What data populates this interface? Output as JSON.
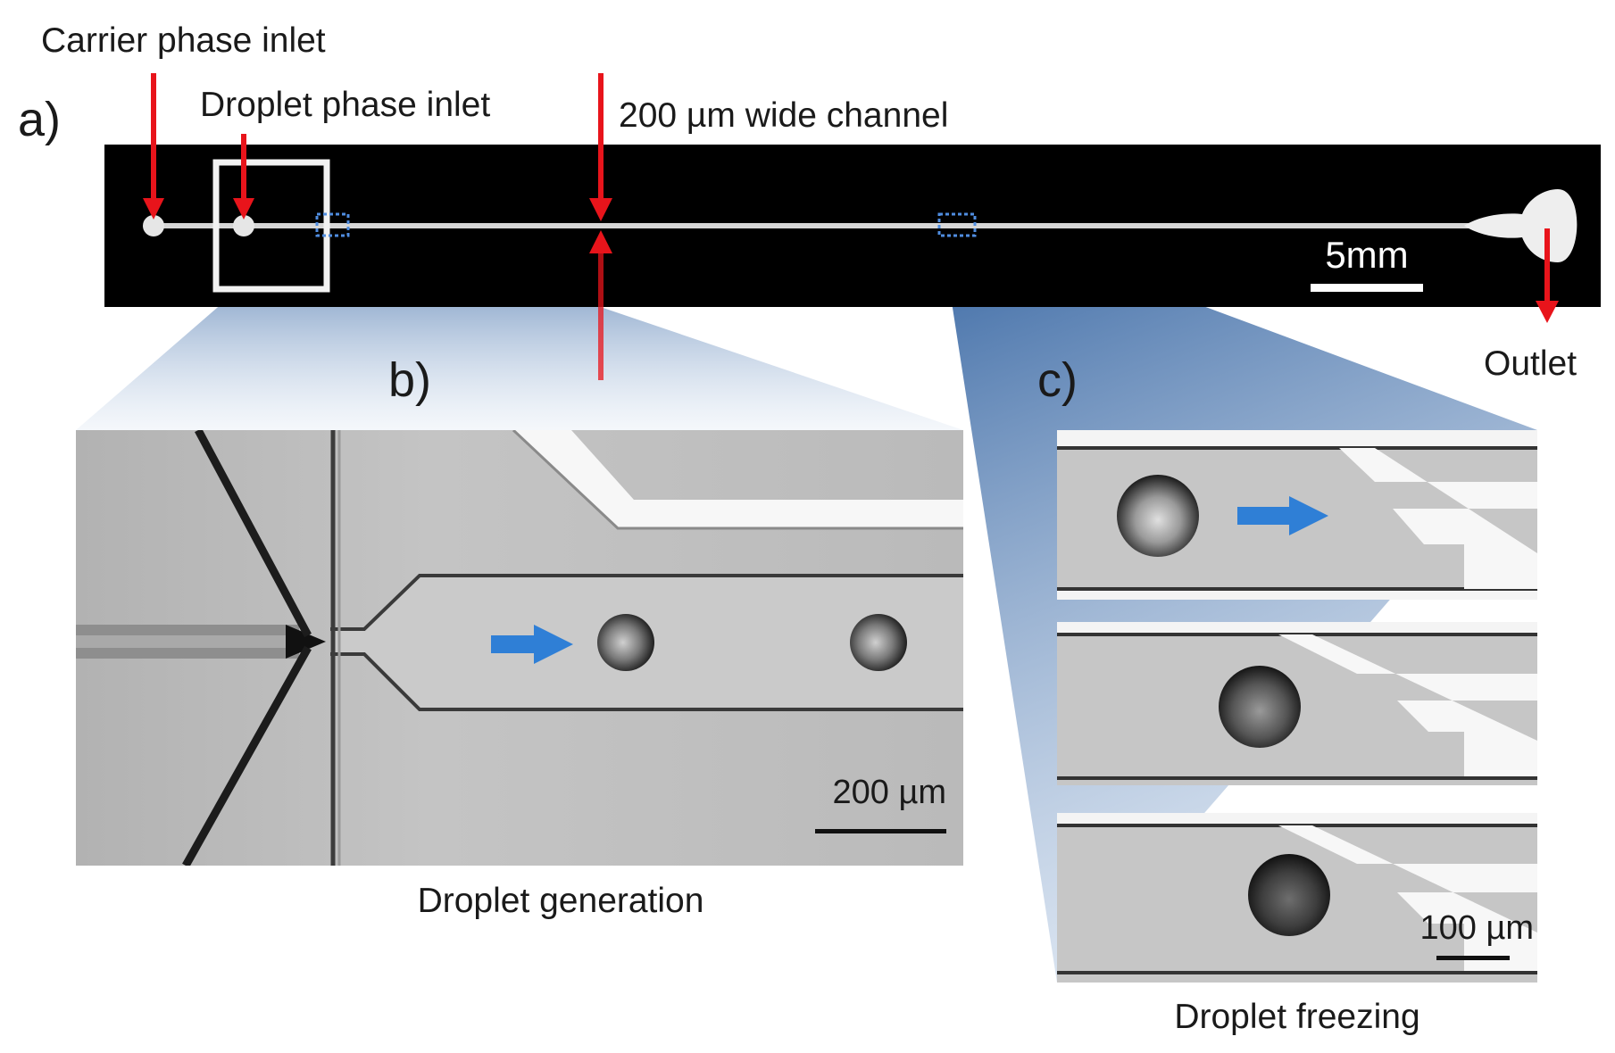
{
  "panel_a": {
    "letter": "a)",
    "carrier_inlet_label": "Carrier phase inlet",
    "droplet_inlet_label": "Droplet phase inlet",
    "channel_label": "200 µm wide channel",
    "scale_label": "5mm",
    "outlet_label": "Outlet"
  },
  "panel_b": {
    "letter": "b)",
    "scale_label": "200 µm",
    "caption": "Droplet generation"
  },
  "panel_c": {
    "letter": "c)",
    "scale_label": "100 µm",
    "caption": "Droplet freezing"
  },
  "colors": {
    "arrow_red": "#e8141b",
    "arrow_blue": "#2f7fd6",
    "chip_background": "#000000",
    "channel": "#d9d9d9",
    "micrograph_gray": "#bdbdbd"
  }
}
